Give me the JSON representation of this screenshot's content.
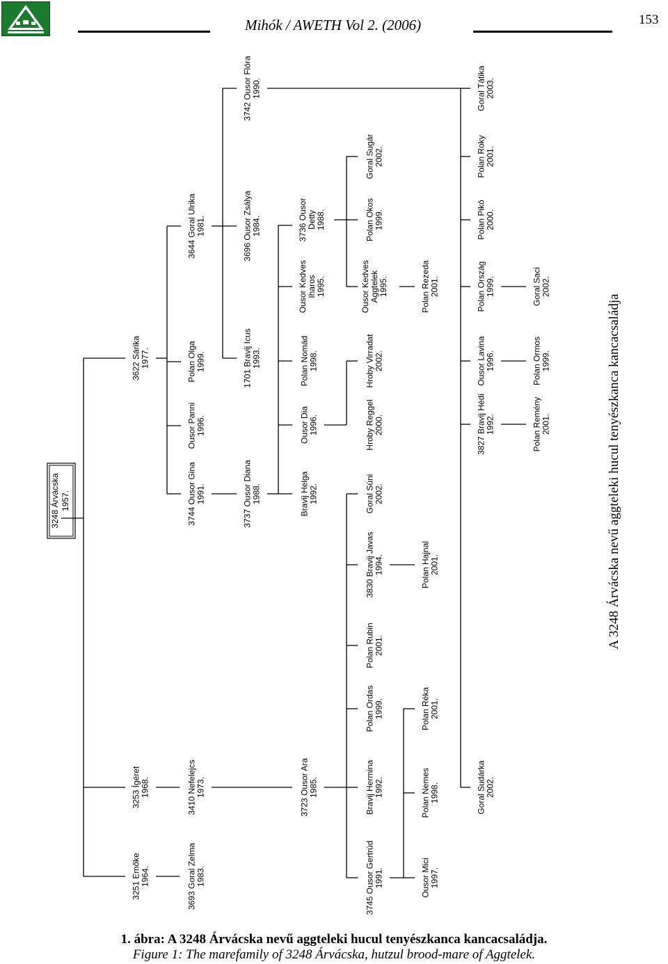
{
  "header": {
    "journal": "Mihók / AWETH Vol 2. (2006)",
    "page_number": "153"
  },
  "side_title": "A 3248 Árvácska nevű aggteleki hucul tenyészkanca kancacsaládja",
  "captions": {
    "hungarian": "1. ábra: A 3248 Árvácska nevű aggteleki hucul tenyészkanca kancacsaládja.",
    "english": "Figure 1: The marefamily of 3248 Árvácska, hutzul brood-mare of Aggtelek."
  },
  "tree": {
    "root": {
      "name": "3248 Árvácska",
      "year": "1957."
    },
    "nodes": [
      {
        "id": "n1",
        "lines": [
          "3251 Emőke",
          "1964."
        ]
      },
      {
        "id": "n2",
        "lines": [
          "3253 Ígéret",
          "1968."
        ]
      },
      {
        "id": "n3",
        "lines": [
          "3622 Sárika",
          "1977."
        ]
      },
      {
        "id": "n4",
        "lines": [
          "3693 Goral Zelma",
          "1983."
        ]
      },
      {
        "id": "n5",
        "lines": [
          "3410 Nefelejcs",
          "1973."
        ]
      },
      {
        "id": "n6",
        "lines": [
          "3744 Ousor Gina",
          "1991."
        ]
      },
      {
        "id": "n7",
        "lines": [
          "Ousor Panni",
          "1996."
        ]
      },
      {
        "id": "n8",
        "lines": [
          "Polan Olga",
          "1999."
        ]
      },
      {
        "id": "n9",
        "lines": [
          "3644 Goral Ulrika",
          "1981."
        ]
      },
      {
        "id": "n10",
        "lines": [
          "3737 Ousor Diana",
          "1988."
        ]
      },
      {
        "id": "n11",
        "lines": [
          "1701 Bravij Icus",
          "1993."
        ]
      },
      {
        "id": "n12",
        "lines": [
          "3696 Ousor Zsálya",
          "1984."
        ]
      },
      {
        "id": "n13",
        "lines": [
          "3742 Ousor Flóra",
          "1990."
        ]
      },
      {
        "id": "n14",
        "lines": [
          "3723 Ousor Ara",
          "1985."
        ]
      },
      {
        "id": "n15",
        "lines": [
          "Bravij Helga",
          "1992."
        ]
      },
      {
        "id": "n16",
        "lines": [
          "Ousor Dia",
          "1996."
        ]
      },
      {
        "id": "n17",
        "lines": [
          "Polan Nomád",
          "1998."
        ]
      },
      {
        "id": "n18",
        "lines": [
          "Ousor Kedves",
          "Iharos",
          "1995."
        ]
      },
      {
        "id": "n19",
        "lines": [
          "3736 Ousor",
          "Detty",
          "1988."
        ]
      },
      {
        "id": "n20",
        "lines": [
          "3745 Ousor Gertrúd",
          "1991."
        ]
      },
      {
        "id": "n21",
        "lines": [
          "Bravij Hermina",
          "1992."
        ]
      },
      {
        "id": "n22",
        "lines": [
          "Polan Ordas",
          "1999."
        ]
      },
      {
        "id": "n23",
        "lines": [
          "Polan Rubin",
          "2001."
        ]
      },
      {
        "id": "n24",
        "lines": [
          "3830 Bravij Javas",
          "1994."
        ]
      },
      {
        "id": "n25",
        "lines": [
          "Goral Süni",
          "2002."
        ]
      },
      {
        "id": "n26",
        "lines": [
          "Hroby Reggel",
          "2000."
        ]
      },
      {
        "id": "n27",
        "lines": [
          "Hroby Virradat",
          "2002."
        ]
      },
      {
        "id": "n28",
        "lines": [
          "Ousor Kedves",
          "Aggtelek",
          "1995."
        ]
      },
      {
        "id": "n29",
        "lines": [
          "Polan Okos",
          "1999."
        ]
      },
      {
        "id": "n30",
        "lines": [
          "Goral Sugár",
          "2002."
        ]
      },
      {
        "id": "n31",
        "lines": [
          "Ousor Mici",
          "1997."
        ]
      },
      {
        "id": "n32",
        "lines": [
          "Polan Nemes",
          "1998."
        ]
      },
      {
        "id": "n33",
        "lines": [
          "Polan Réka",
          "2001."
        ]
      },
      {
        "id": "n34",
        "lines": [
          "Polan Hajnal",
          "2001."
        ]
      },
      {
        "id": "n35",
        "lines": [
          "Polan Rezeda",
          "2001."
        ]
      },
      {
        "id": "n36",
        "lines": [
          "Goral Sudárka",
          "2002."
        ]
      },
      {
        "id": "n37",
        "lines": [
          "3827 Bravij Hédi",
          "1992."
        ]
      },
      {
        "id": "n38",
        "lines": [
          "Ousor Lavina",
          "1996."
        ]
      },
      {
        "id": "n39",
        "lines": [
          "Polan Ország",
          "1999."
        ]
      },
      {
        "id": "n40",
        "lines": [
          "Polan Pikó",
          "2000."
        ]
      },
      {
        "id": "n41",
        "lines": [
          "Polan Roky",
          "2001."
        ]
      },
      {
        "id": "n42",
        "lines": [
          "Goral Tátika",
          "2003."
        ]
      },
      {
        "id": "n43",
        "lines": [
          "Polan Remény",
          "2001."
        ]
      },
      {
        "id": "n44",
        "lines": [
          "Polan Ormos",
          "1999."
        ]
      },
      {
        "id": "n45",
        "lines": [
          "Goral Saci",
          "2002."
        ]
      }
    ]
  }
}
